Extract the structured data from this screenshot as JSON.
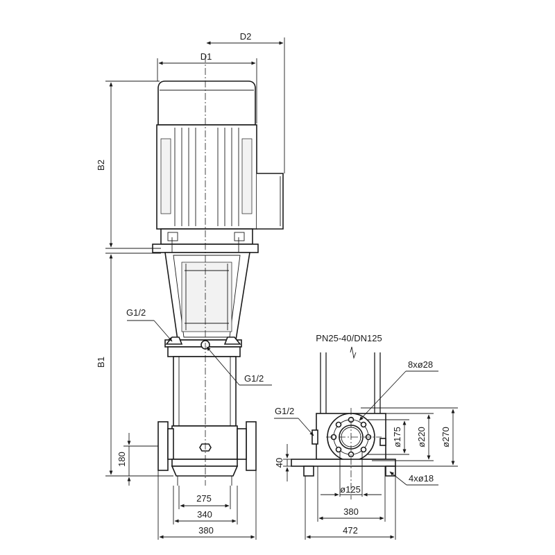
{
  "dimensions": {
    "D1": "D1",
    "D2": "D2",
    "B1": "B1",
    "B2": "B2",
    "d180": "180",
    "d40": "40",
    "d275": "275",
    "d340": "340",
    "d380_front": "380",
    "d380_side": "380",
    "d472": "472",
    "phi125": "ø125",
    "phi175": "ø175",
    "phi220": "ø220",
    "phi270": "ø270"
  },
  "labels": {
    "g12_upper_left": "G1/2",
    "g12_upper_right": "G1/2",
    "g12_side": "G1/2",
    "flange_spec": "PN25-40/DN125",
    "bolt_holes": "8xø28",
    "base_holes": "4xø18"
  }
}
